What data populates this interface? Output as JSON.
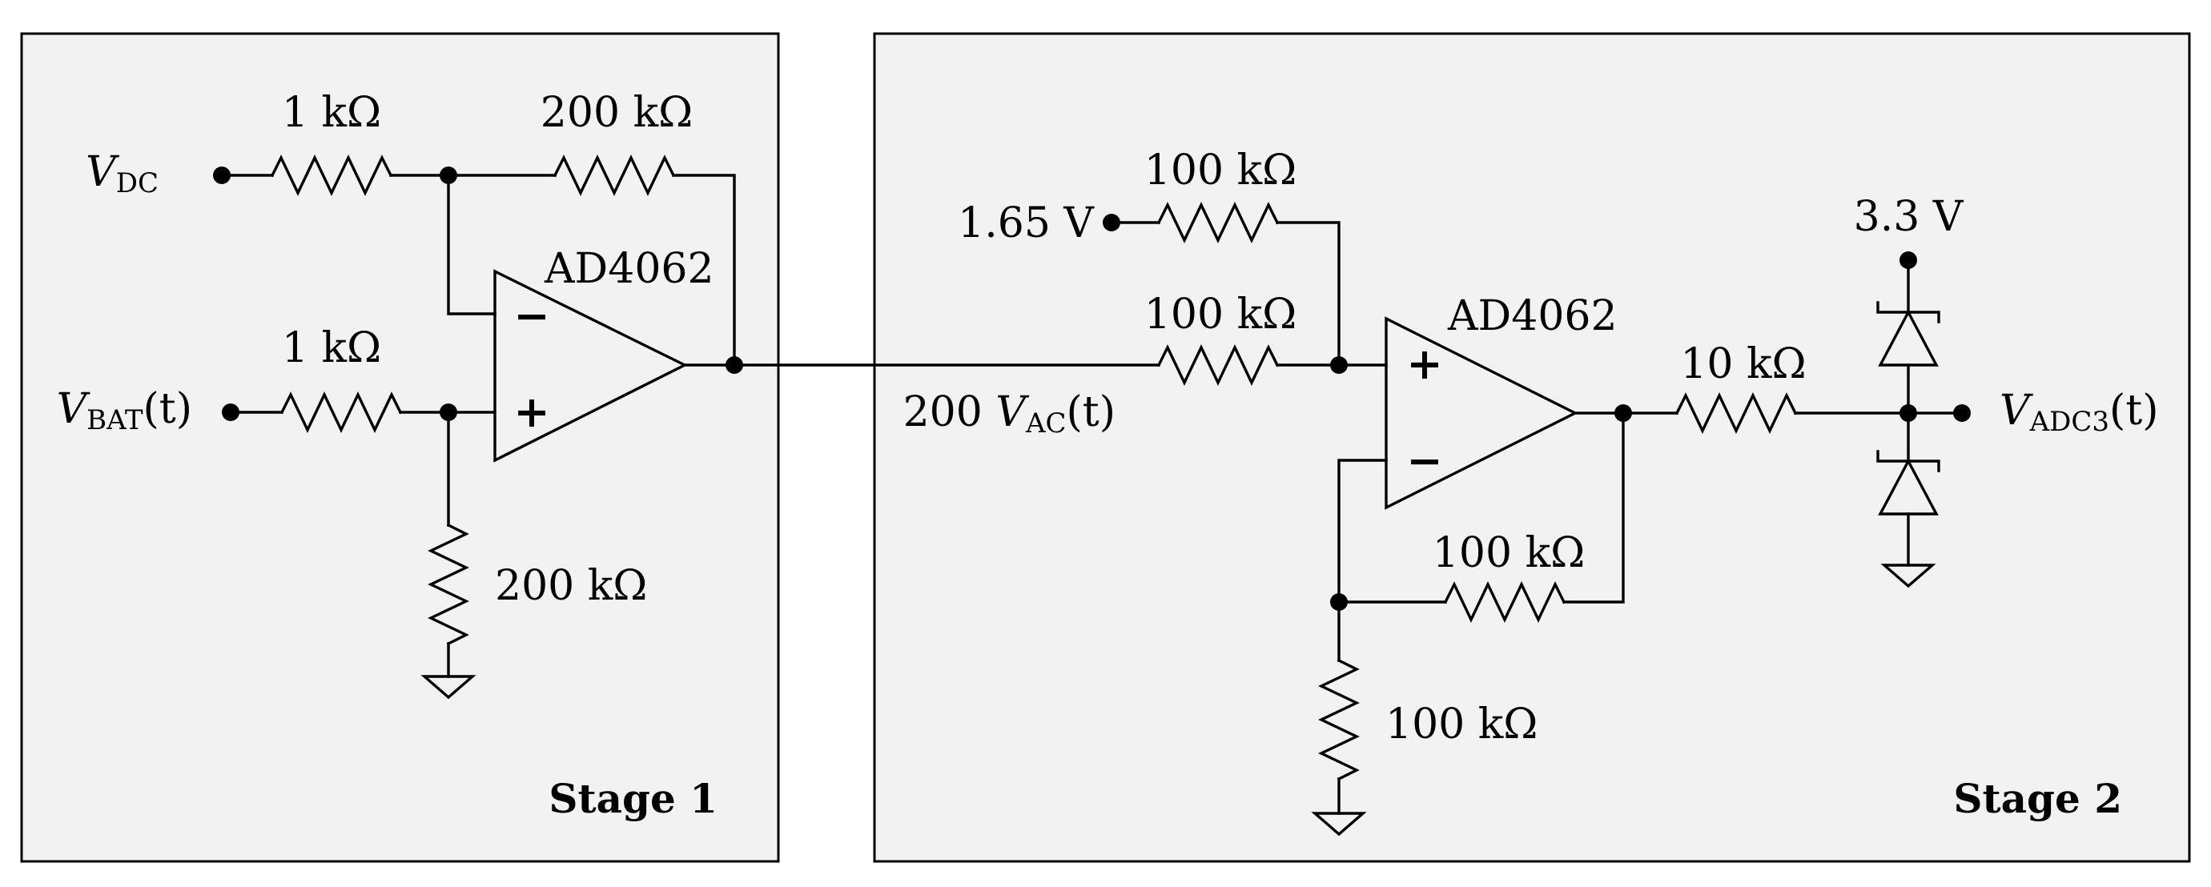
{
  "stage1": {
    "title": "Stage 1",
    "input_dc": {
      "main": "V",
      "sub": "DC",
      "arg": ""
    },
    "input_bat": {
      "main": "V",
      "sub": "BAT",
      "arg": "(t)"
    },
    "r_in_dc": "1 kΩ",
    "r_feedback": "200 kΩ",
    "r_in_bat": "1 kΩ",
    "r_ground": "200 kΩ",
    "opamp": {
      "name": "AD4062",
      "inv": "−",
      "noninv": "+"
    }
  },
  "stage2": {
    "title": "Stage 2",
    "ref_voltage": "1.65 V",
    "signal": {
      "prefix": "200 ",
      "main": "V",
      "sub": "AC",
      "arg": "(t)"
    },
    "r_ref": "100 kΩ",
    "r_in": "100 kΩ",
    "r_feedback": "100 kΩ",
    "r_ground": "100 kΩ",
    "r_out": "10 kΩ",
    "supply": "3.3 V",
    "output": {
      "main": "V",
      "sub": "ADC3",
      "arg": "(t)"
    },
    "opamp": {
      "name": "AD4062",
      "inv": "−",
      "noninv": "+"
    }
  },
  "colors": {
    "panel_fill": "#f2f2f2",
    "stroke": "#000000",
    "background": "#ffffff"
  }
}
